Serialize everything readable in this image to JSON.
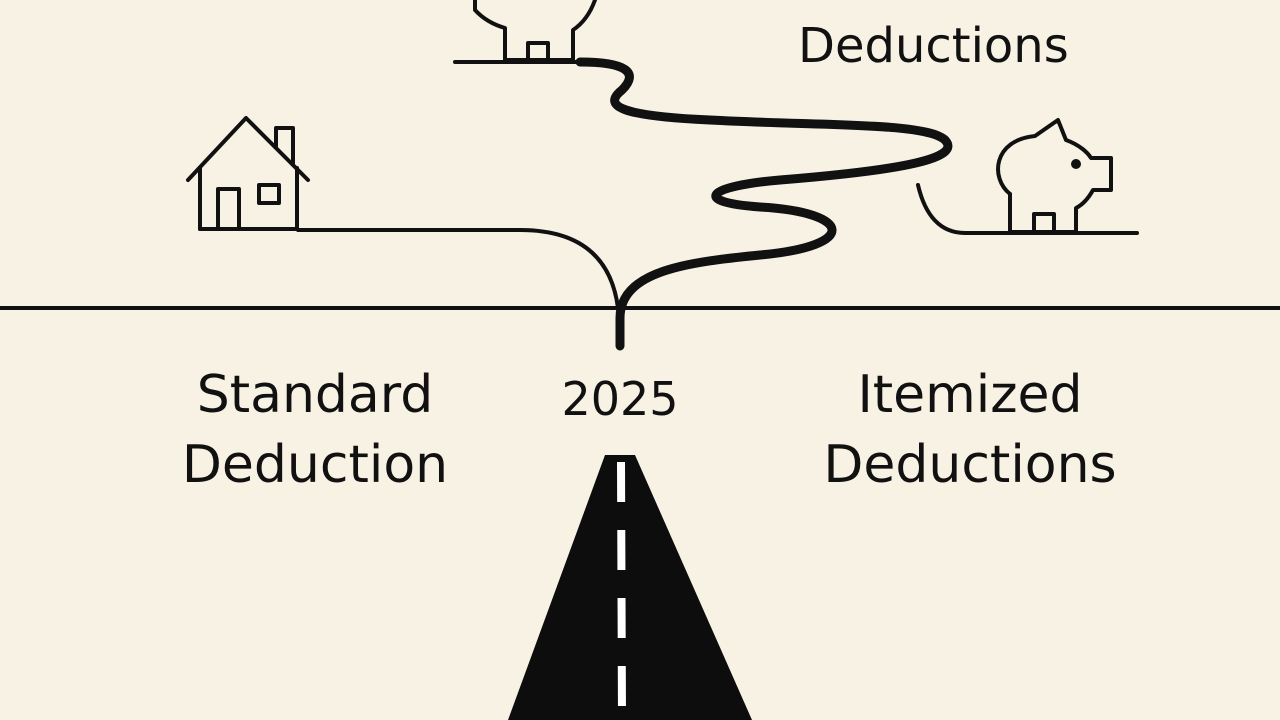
{
  "labels": {
    "top_right": "Deductions",
    "standard_line1": "Standard",
    "standard_line2": "Deduction",
    "year": "2025",
    "itemized_line1": "Itemized",
    "itemized_line2": "Deductions"
  },
  "icons": {
    "house": "house-icon",
    "piggy_bank_top": "piggy-bank-icon",
    "piggy_bank_right": "piggy-bank-icon",
    "road": "road-icon"
  },
  "colors": {
    "background": "#f8f2e4",
    "ink": "#111111",
    "road_marking": "#ffffff"
  }
}
